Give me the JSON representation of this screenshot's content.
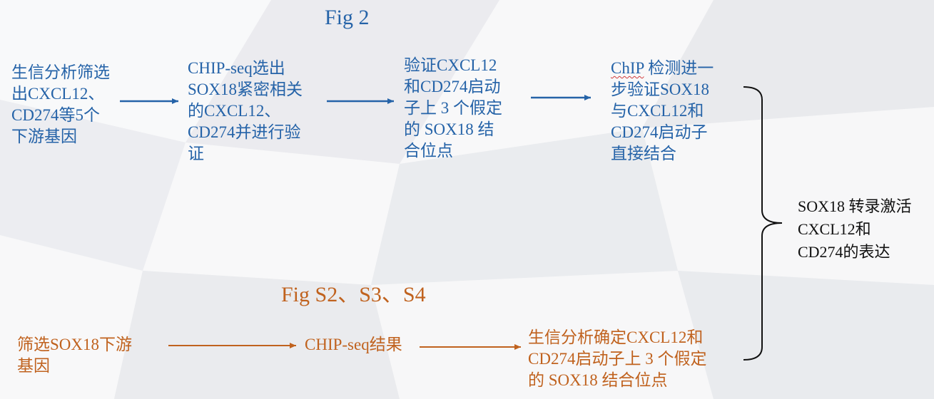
{
  "colors": {
    "blue": "#2563a8",
    "orange": "#c0621e",
    "black": "#111111"
  },
  "fig2": {
    "title": "Fig 2",
    "steps": [
      {
        "lines": [
          "生信分析筛选",
          "出CXCL12、",
          "CD274等5个",
          "下游基因"
        ]
      },
      {
        "lines": [
          "CHIP-seq选出",
          "SOX18紧密相关",
          "的CXCL12、",
          "CD274并进行验",
          "证"
        ]
      },
      {
        "lines": [
          "验证CXCL12",
          "和CD274启动",
          "子上 3 个假定",
          "的 SOX18 结",
          "合位点"
        ]
      },
      {
        "first_line_prefix": "ChIP",
        "first_line_rest": " 检测进一",
        "lines": [
          "步验证SOX18",
          "与CXCL12和",
          "CD274启动子",
          "直接结合"
        ]
      }
    ]
  },
  "figs": {
    "title": "Fig S2、S3、S4",
    "steps": [
      {
        "lines": [
          "筛选SOX18下游",
          "基因"
        ]
      },
      {
        "lines": [
          "CHIP-seq结果"
        ]
      },
      {
        "lines": [
          "生信分析确定CXCL12和",
          "CD274启动子上 3 个假定",
          "的 SOX18 结合位点"
        ]
      }
    ]
  },
  "conclusion": {
    "lines": [
      "SOX18 转录激活",
      "CXCL12和",
      "CD274的表达"
    ]
  }
}
